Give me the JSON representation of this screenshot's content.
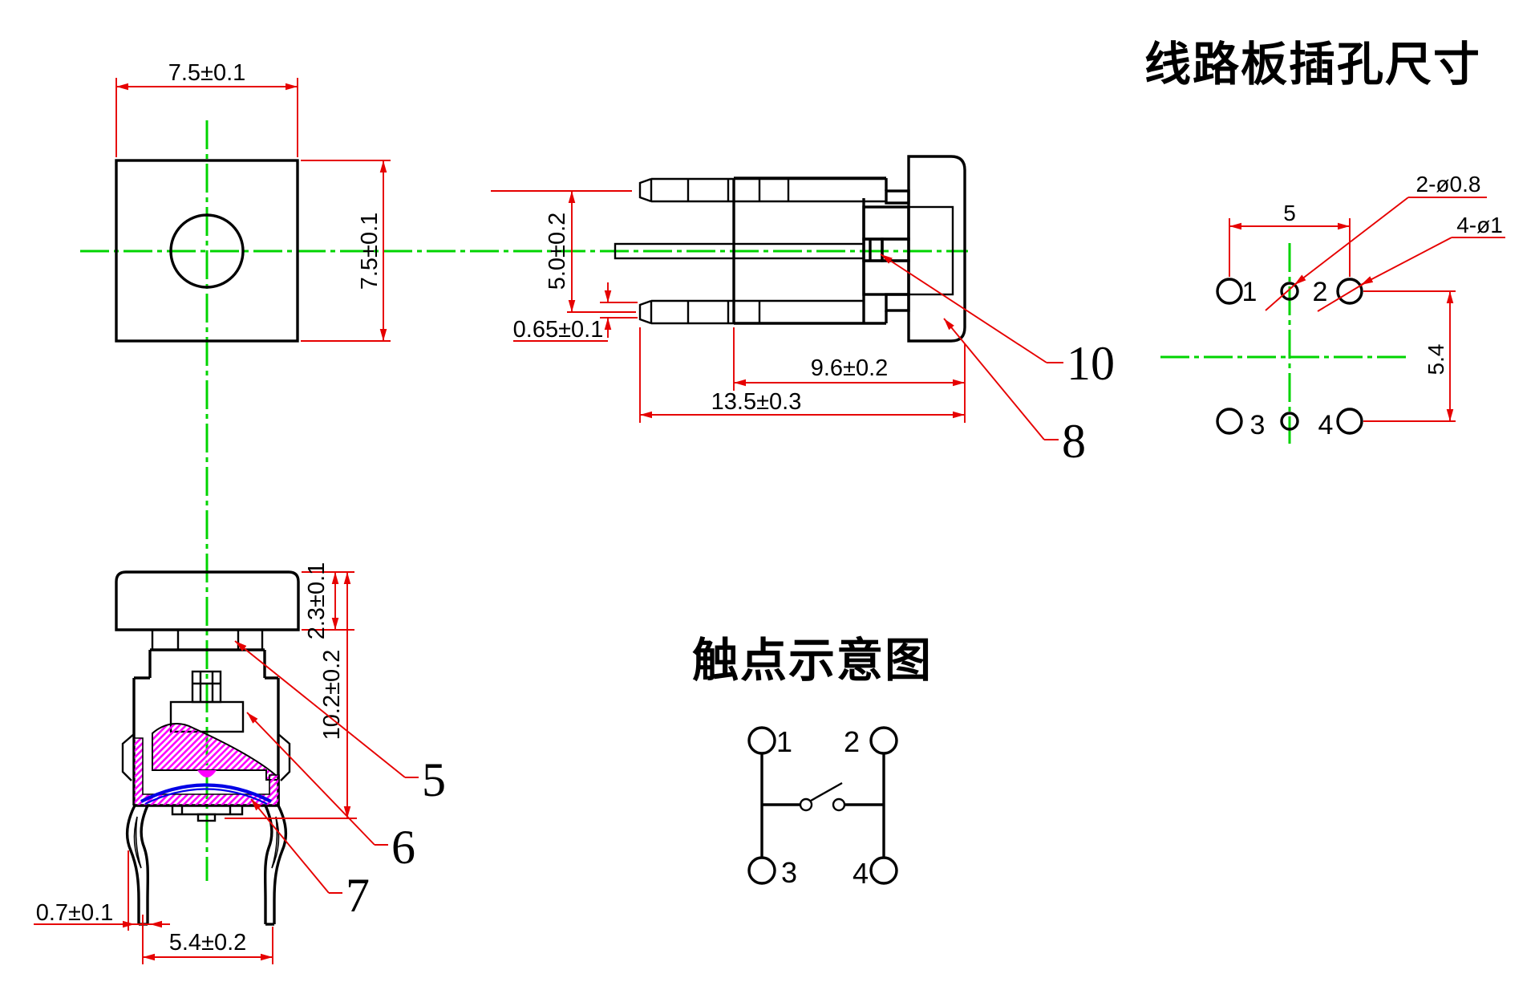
{
  "colors": {
    "line_black": "#000000",
    "dimension_red": "#e60000",
    "centerline_green": "#00d400",
    "hatch_magenta": "#ff00ff",
    "dome_blue": "#0000e6"
  },
  "top_view": {
    "width_dim": "7.5±0.1",
    "height_dim": "7.5±0.1"
  },
  "side_view": {
    "pin_pitch_dim": "5.0±0.2",
    "pin_thickness_dim": "0.65±0.1",
    "body_length_dim": "9.6±0.2",
    "overall_length_dim": "13.5±0.3",
    "part_label_10": "10",
    "part_label_8": "8"
  },
  "front_view": {
    "cap_height_dim": "2.3±0.1",
    "overall_height_dim": "10.2±0.2",
    "pin_width_dim": "0.7±0.1",
    "pin_pitch_dim": "5.4±0.2",
    "part_label_5": "5",
    "part_label_6": "6",
    "part_label_7": "7"
  },
  "pcb_view": {
    "title": "线路板插孔尺寸",
    "hole_pitch_h_dim": "5",
    "hole_pitch_v_dim": "5.4",
    "small_hole_callout": "2-ø0.8",
    "large_hole_callout": "4-ø1",
    "hole_labels": [
      "1",
      "2",
      "3",
      "4"
    ]
  },
  "schematic": {
    "title": "触点示意图",
    "terminal_labels": [
      "1",
      "2",
      "3",
      "4"
    ]
  }
}
